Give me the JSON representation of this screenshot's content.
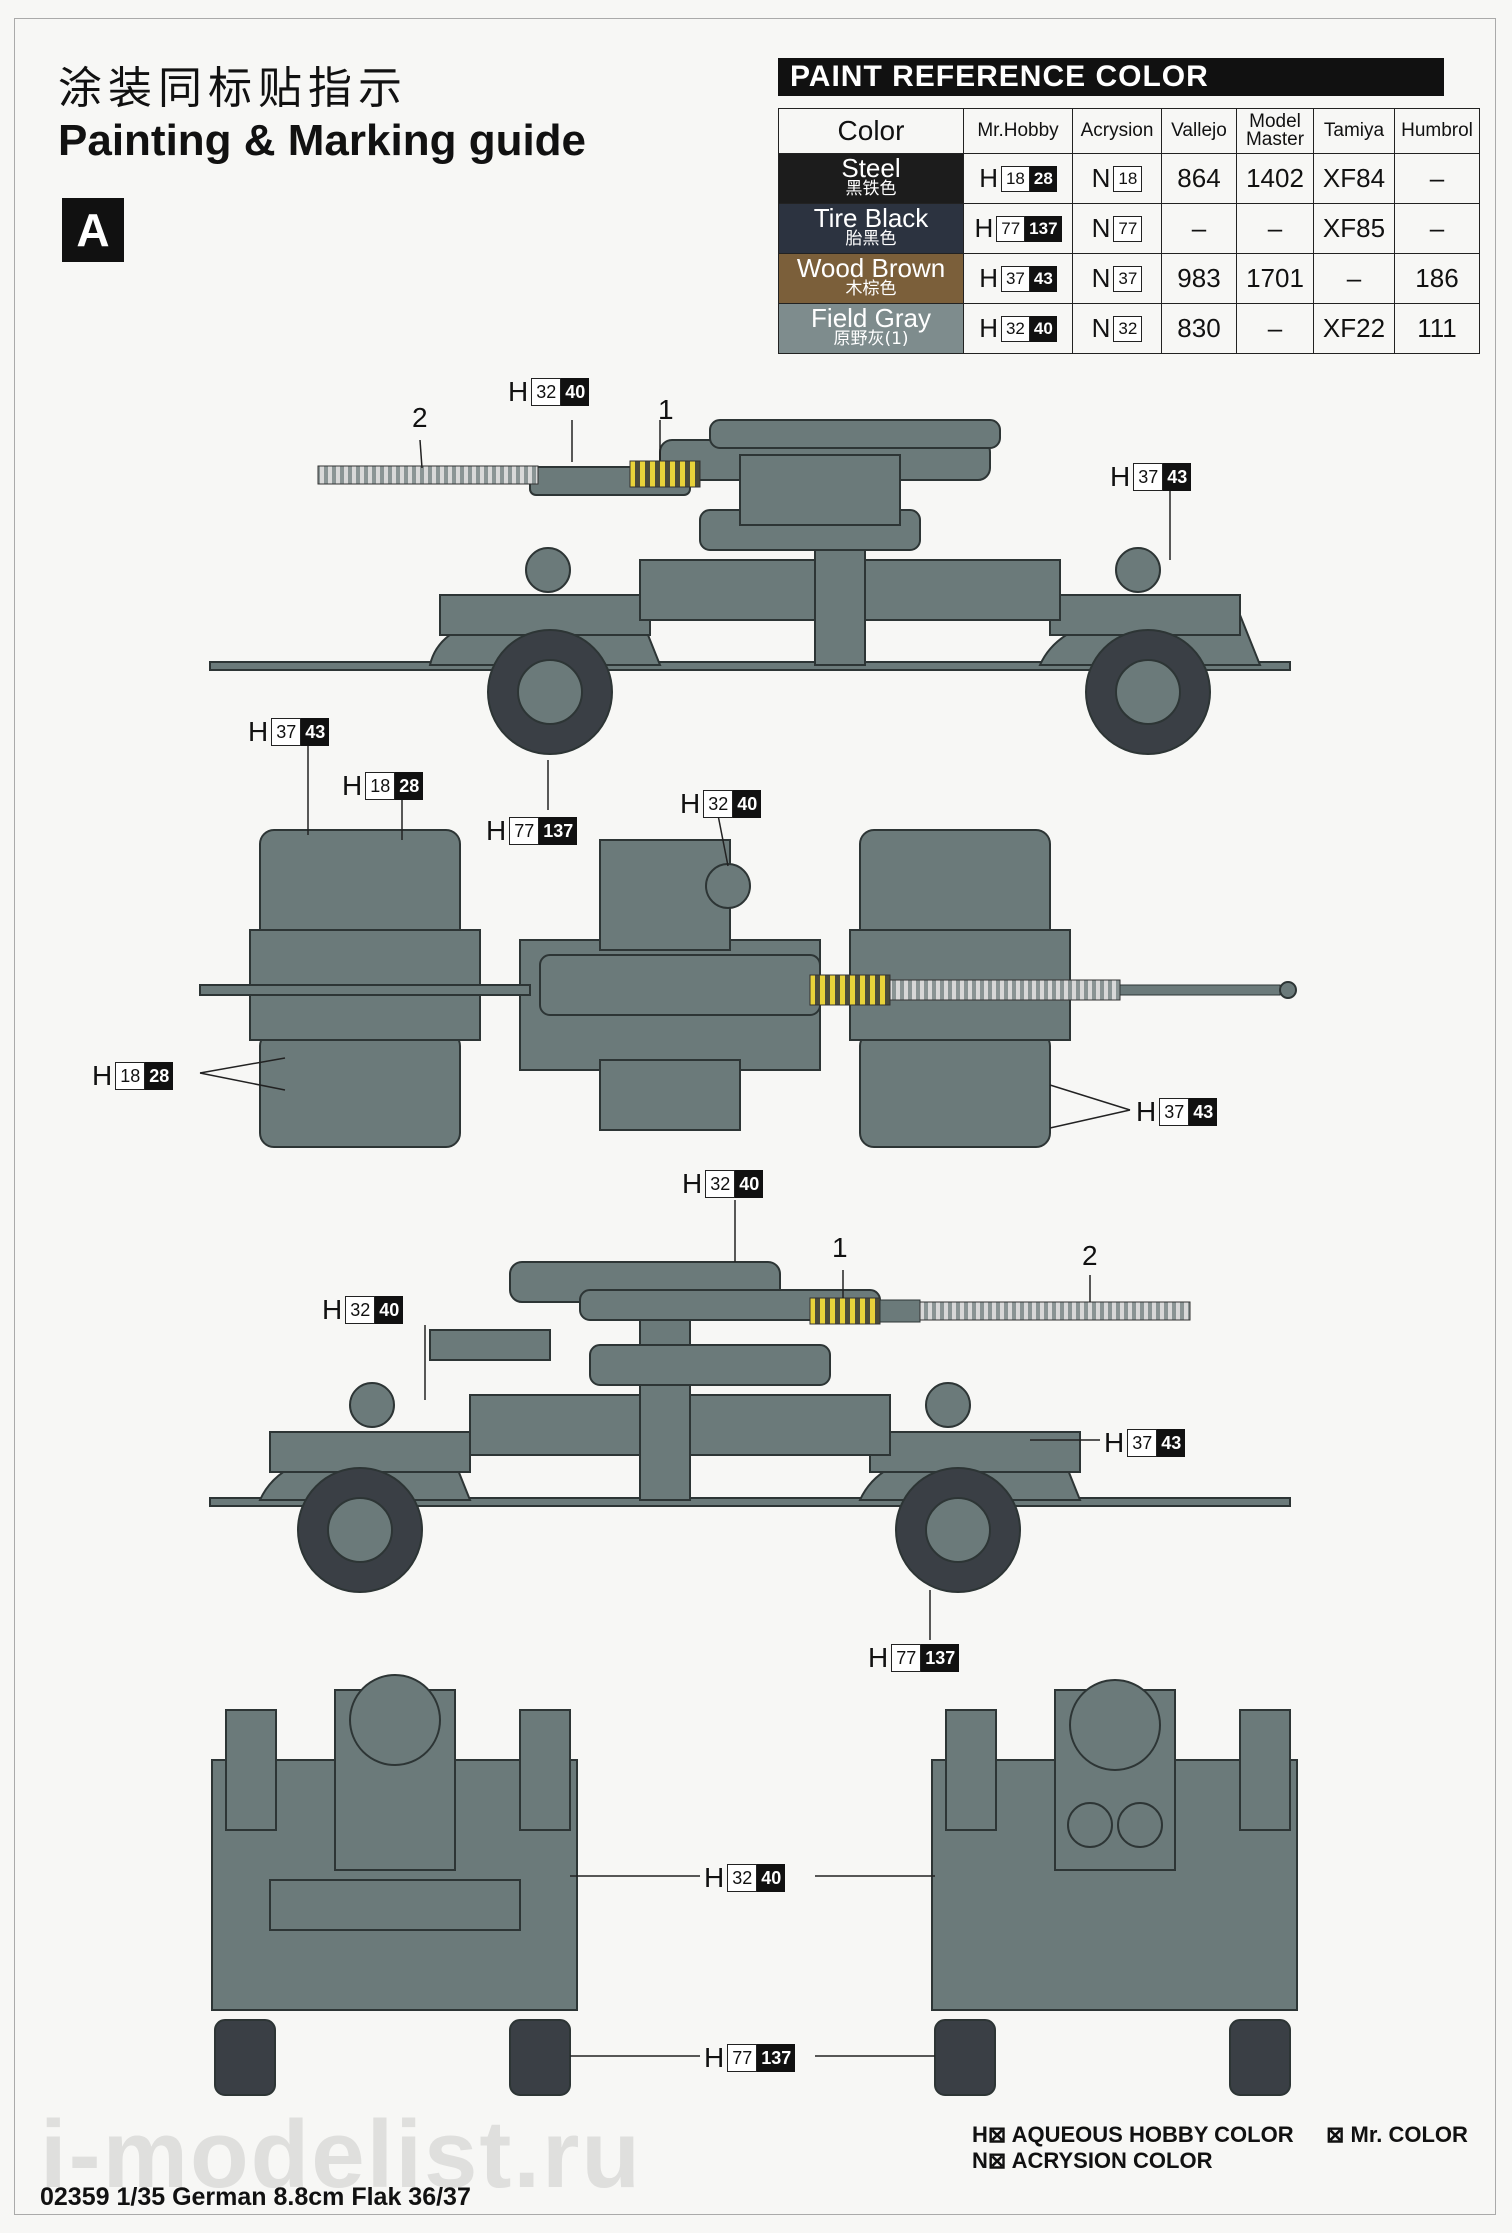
{
  "title_cn": "涂装同标贴指示",
  "title_en": "Painting & Marking guide",
  "scheme_badge": "A",
  "paint_table": {
    "header": "PAINT  REFERENCE COLOR",
    "columns": [
      "Color",
      "Mr.Hobby",
      "Acrysion",
      "Vallejo",
      "Model Master",
      "Tamiya",
      "Humbrol"
    ],
    "rows": [
      {
        "name": "Steel",
        "name_cn": "黑铁色",
        "swatch": "#1c1c1c",
        "h_a": "18",
        "h_b": "28",
        "n": "18",
        "vallejo": "864",
        "mm": "1402",
        "tamiya": "XF84",
        "humbrol": "–"
      },
      {
        "name": "Tire Black",
        "name_cn": "胎黑色",
        "swatch": "#2c3340",
        "h_a": "77",
        "h_b": "137",
        "n": "77",
        "vallejo": "–",
        "mm": "–",
        "tamiya": "XF85",
        "humbrol": "–"
      },
      {
        "name": "Wood Brown",
        "name_cn": "木棕色",
        "swatch": "#7b5f3a",
        "h_a": "37",
        "h_b": "43",
        "n": "37",
        "vallejo": "983",
        "mm": "1701",
        "tamiya": "–",
        "humbrol": "186"
      },
      {
        "name": "Field Gray",
        "name_cn": "原野灰(1)",
        "swatch": "#7e8c8d",
        "h_a": "32",
        "h_b": "40",
        "n": "32",
        "vallejo": "830",
        "mm": "–",
        "tamiya": "XF22",
        "humbrol": "111"
      }
    ]
  },
  "callouts": {
    "prefix_h": "H",
    "side1_barrel": {
      "a": "32",
      "b": "40"
    },
    "side1_rear": {
      "a": "37",
      "b": "43"
    },
    "top_wood": {
      "a": "37",
      "b": "43"
    },
    "top_steel1": {
      "a": "18",
      "b": "28"
    },
    "top_tire": {
      "a": "77",
      "b": "137"
    },
    "top_gray": {
      "a": "32",
      "b": "40"
    },
    "top_steel2": {
      "a": "18",
      "b": "28"
    },
    "top_wood2": {
      "a": "37",
      "b": "43"
    },
    "side2_gray_top": {
      "a": "32",
      "b": "40"
    },
    "side2_gray_left": {
      "a": "32",
      "b": "40"
    },
    "side2_wood": {
      "a": "37",
      "b": "43"
    },
    "side2_tire": {
      "a": "77",
      "b": "137"
    },
    "front_gray": {
      "a": "32",
      "b": "40"
    },
    "front_tire": {
      "a": "77",
      "b": "137"
    }
  },
  "part_numbers": {
    "one": "1",
    "two": "2"
  },
  "legend": {
    "h_label": "AQUEOUS HOBBY COLOR",
    "n_label": "ACRYSION COLOR",
    "mr_label": "Mr. COLOR",
    "h_prefix": "H",
    "n_prefix": "N"
  },
  "footer": "02359 1/35 German 8.8cm Flak 36/37",
  "watermark": "i-modelist.ru",
  "colors": {
    "gun_gray": "#6b7a7a",
    "tire": "#3a3f45",
    "stripe_yellow": "#e8d23a"
  }
}
